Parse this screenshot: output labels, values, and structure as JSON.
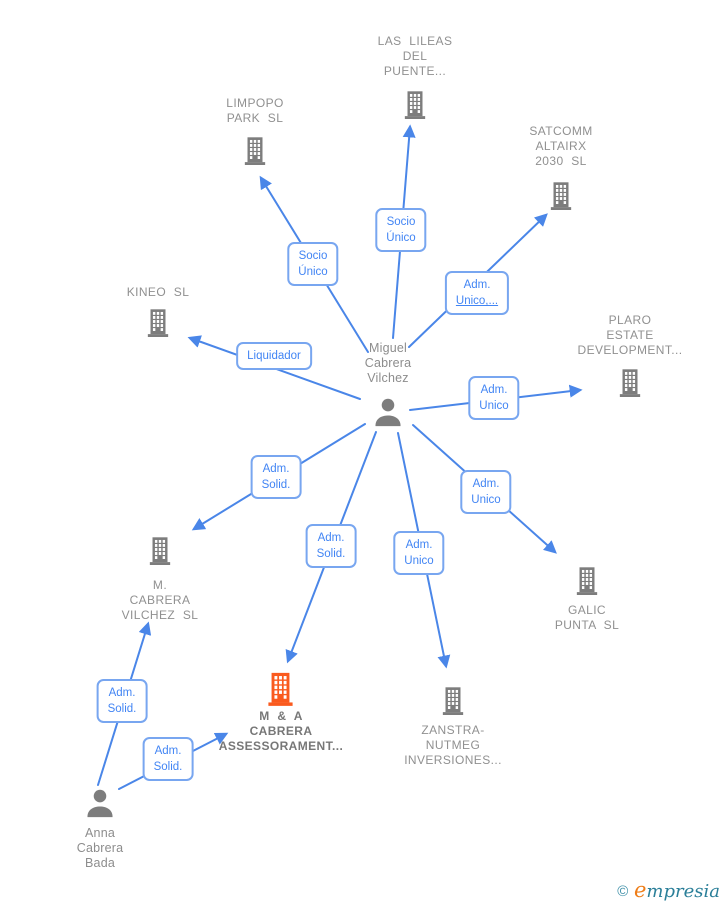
{
  "colors": {
    "arrow_blue": "#4a86e8",
    "label_border_blue": "#78a6f0",
    "label_text_blue": "#4285f4",
    "node_gray": "#7d7d7d",
    "node_highlight_orange": "#fa5a1e",
    "text_gray": "#909090"
  },
  "nodes": [
    {
      "id": "las-lileas",
      "type": "company",
      "label": "LAS LILEAS\nDEL\nPUENTE..."
    },
    {
      "id": "limpopo",
      "type": "company",
      "label": "LIMPOPO\nPARK SL"
    },
    {
      "id": "satcomm",
      "type": "company",
      "label": "SATCOMM\nALTAIRX\n2030 SL"
    },
    {
      "id": "kineo",
      "type": "company",
      "label": "KINEO SL"
    },
    {
      "id": "plaro",
      "type": "company",
      "label": "PLARO\nESTATE\nDEVELOPMENT..."
    },
    {
      "id": "miguel-cabrera-vilchez",
      "type": "person",
      "label": "Miguel\nCabrera\nVilchez"
    },
    {
      "id": "m-cabrera-vilchez-sl",
      "type": "company",
      "label": "M.\nCABRERA\nVILCHEZ SL"
    },
    {
      "id": "galic-punta-sl",
      "type": "company",
      "label": "GALIC\nPUNTA SL"
    },
    {
      "id": "ma-cabrera-assessorament",
      "type": "company",
      "highlighted": true,
      "label": "M & A\nCABRERA\nASSESSORAMENT..."
    },
    {
      "id": "zanstra-nutmeg",
      "type": "company",
      "label": "ZANSTRA-\nNUTMEG\nINVERSIONES..."
    },
    {
      "id": "anna-cabrera-bada",
      "type": "person",
      "label": "Anna\nCabrera\nBada"
    }
  ],
  "edges": [
    {
      "from": "miguel-cabrera-vilchez",
      "to": "limpopo",
      "label": "Socio\nÚnico"
    },
    {
      "from": "miguel-cabrera-vilchez",
      "to": "las-lileas",
      "label": "Socio\nÚnico"
    },
    {
      "from": "miguel-cabrera-vilchez",
      "to": "satcomm",
      "label_line1": "Adm.",
      "label_line2": "Unico,..."
    },
    {
      "from": "miguel-cabrera-vilchez",
      "to": "kineo",
      "label": "Liquidador"
    },
    {
      "from": "miguel-cabrera-vilchez",
      "to": "plaro",
      "label": "Adm.\nUnico"
    },
    {
      "from": "miguel-cabrera-vilchez",
      "to": "m-cabrera-vilchez-sl",
      "label": "Adm.\nSolid."
    },
    {
      "from": "miguel-cabrera-vilchez",
      "to": "galic-punta-sl",
      "label": "Adm.\nUnico"
    },
    {
      "from": "miguel-cabrera-vilchez",
      "to": "ma-cabrera-assessorament",
      "label": "Adm.\nSolid."
    },
    {
      "from": "miguel-cabrera-vilchez",
      "to": "zanstra-nutmeg",
      "label": "Adm.\nUnico"
    },
    {
      "from": "anna-cabrera-bada",
      "to": "m-cabrera-vilchez-sl",
      "label": "Adm.\nSolid."
    },
    {
      "from": "anna-cabrera-bada",
      "to": "ma-cabrera-assessorament",
      "label": "Adm.\nSolid."
    }
  ],
  "watermark": {
    "copyright_symbol": "©",
    "brand_initial": "e",
    "brand_rest": "mpresia"
  }
}
